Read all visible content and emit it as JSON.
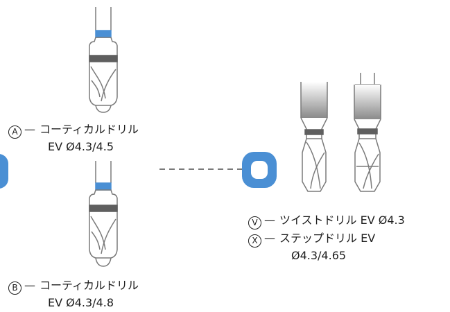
{
  "colors": {
    "accent": "#4a8fd4",
    "outline": "#7a7a7a",
    "band": "#5f5f5f",
    "text": "#1d1d1d"
  },
  "labels": {
    "A": {
      "marker": "A",
      "dash": "—",
      "line1": "コーティカルドリル",
      "line2": "EV Ø4.3/4.5"
    },
    "B": {
      "marker": "B",
      "dash": "—",
      "line1": "コーティカルドリル",
      "line2": "EV Ø4.3/4.8"
    },
    "V": {
      "marker": "V",
      "dash": "—",
      "line1": "ツイストドリル EV Ø4.3"
    },
    "X": {
      "marker": "X",
      "dash": "—",
      "line1": "ステップドリル EV",
      "line2": "Ø4.3/4.65"
    }
  }
}
